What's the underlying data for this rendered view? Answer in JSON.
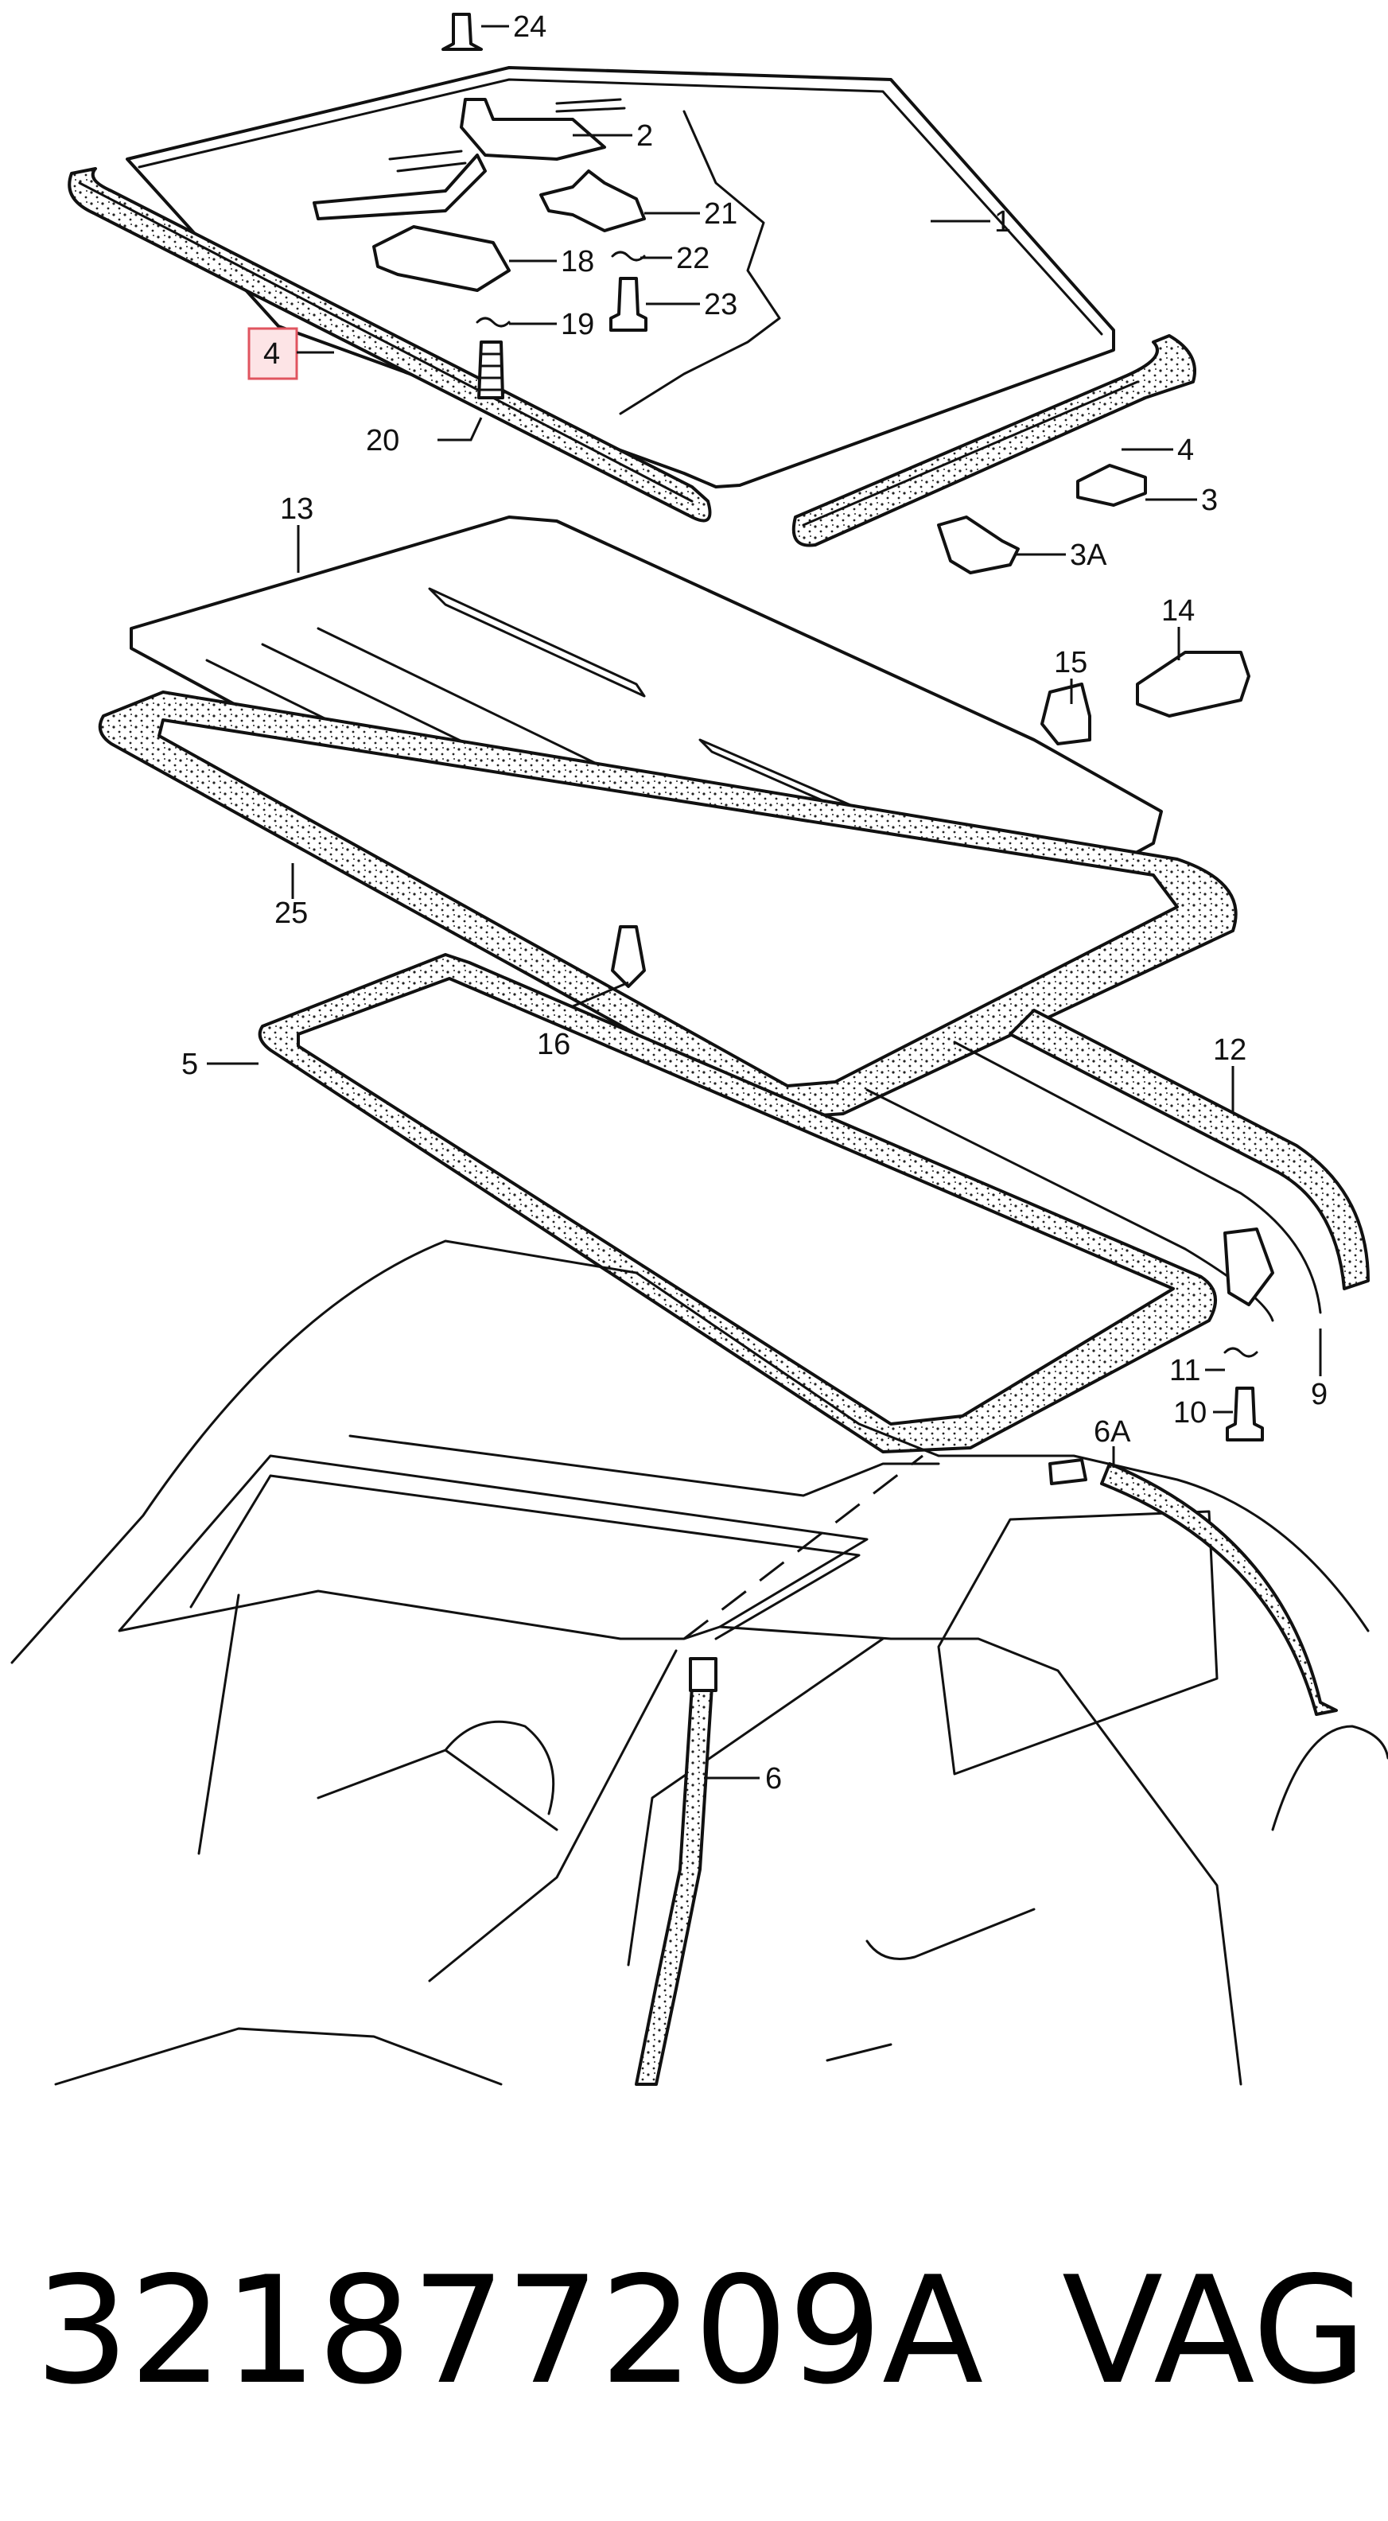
{
  "callouts": {
    "c24": "24",
    "c2": "2",
    "c1": "1",
    "c21": "21",
    "c18": "18",
    "c22": "22",
    "c23": "23",
    "c19": "19",
    "c4": "4",
    "c20": "20",
    "c4b": "4",
    "c3": "3",
    "c3a": "3A",
    "c13": "13",
    "c14": "14",
    "c15": "15",
    "c25": "25",
    "c16": "16",
    "c5": "5",
    "c12": "12",
    "c11": "11",
    "c9": "9",
    "c10": "10",
    "c6a": "6A",
    "c6": "6"
  },
  "highlight": {
    "color": "#e0545f",
    "fill": "#fde4e6"
  },
  "footer": {
    "part_number": "321877209A",
    "brand": "VAG"
  }
}
